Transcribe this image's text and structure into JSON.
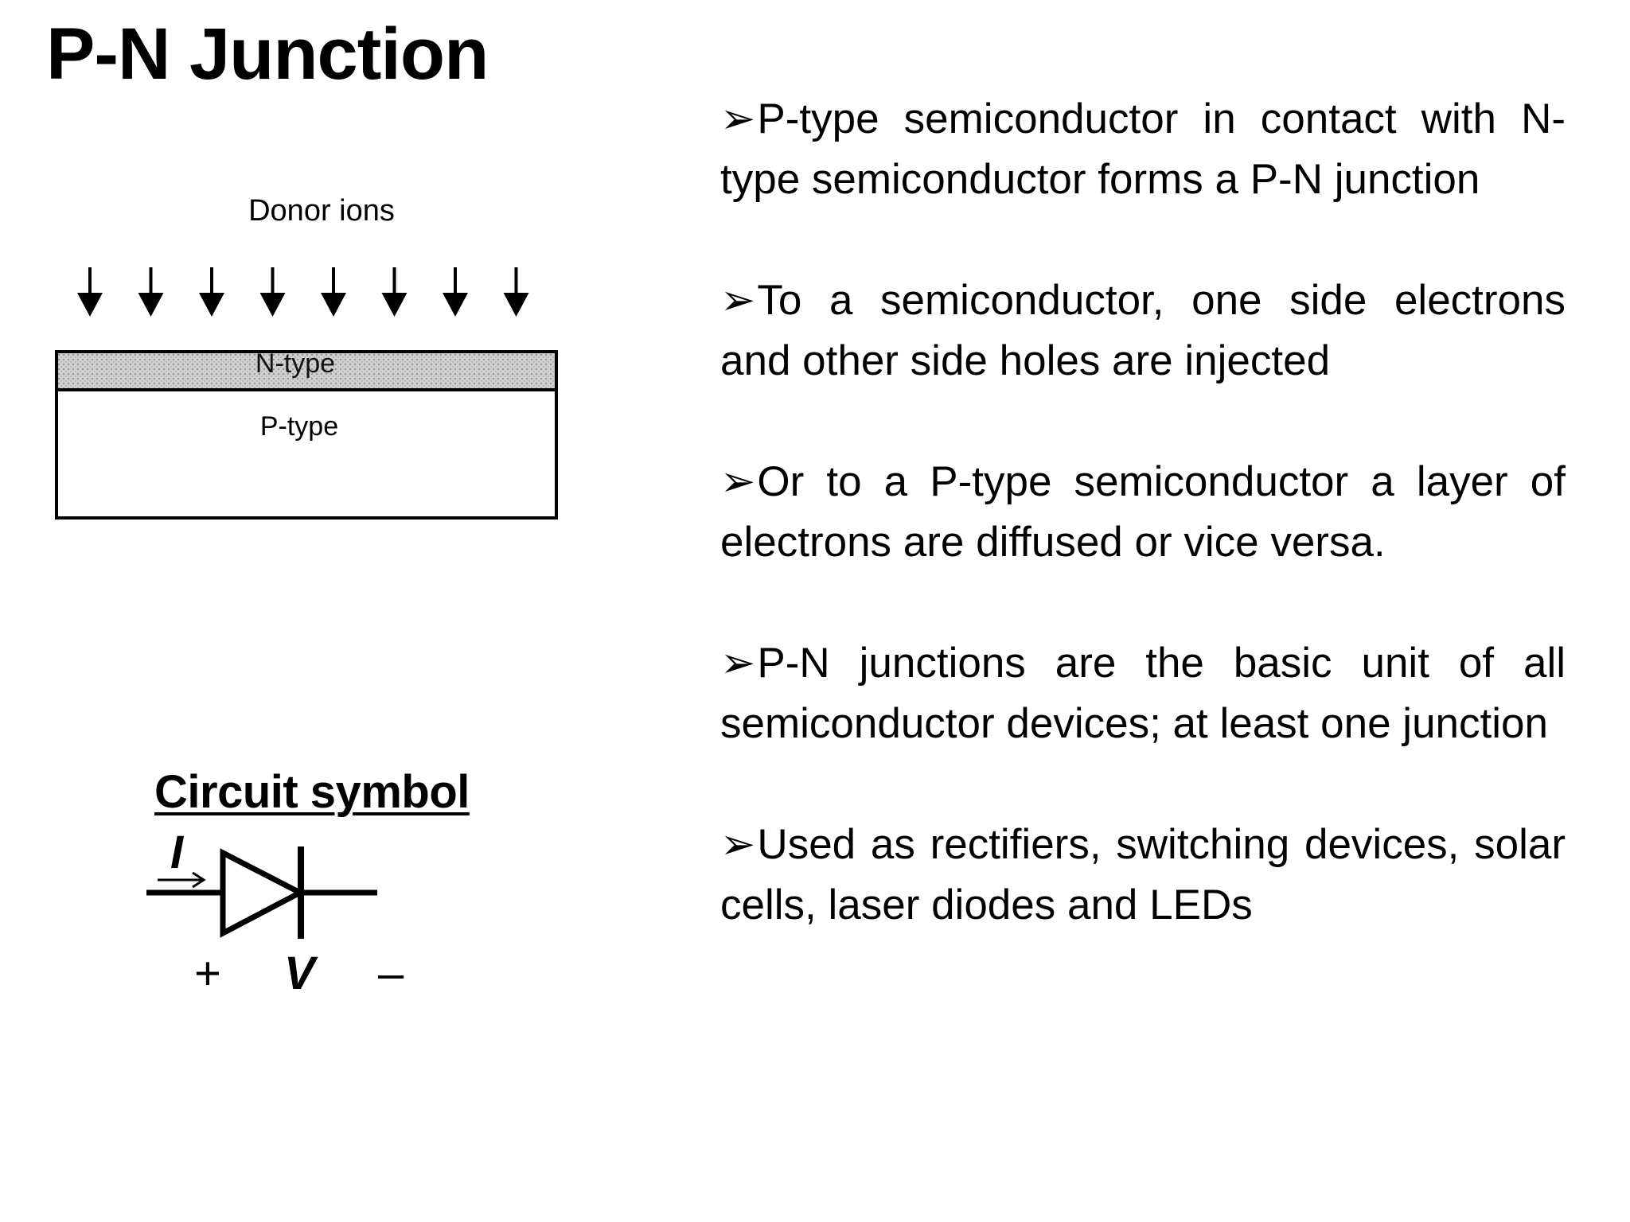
{
  "slide": {
    "title": "P-N Junction"
  },
  "diagram": {
    "donor_label": "Donor ions",
    "n_layer_label": "N-type",
    "p_layer_label": "P-type",
    "arrow_count": 8
  },
  "circuit": {
    "title": "Circuit symbol",
    "current_label": "I",
    "plus_label": "+",
    "voltage_label": "V",
    "minus_label": "–"
  },
  "bullets": {
    "marker": "➢",
    "items": [
      "P-type semiconductor in contact with N-type semiconductor forms a P-N junction",
      "To a semiconductor, one side electrons and other side holes are injected",
      "Or to a P-type semiconductor a layer of electrons are diffused or vice versa.",
      "P-N junctions are the basic unit of all semiconductor devices; at least one junction",
      "Used as rectifiers, switching devices, solar cells, laser diodes and LEDs"
    ]
  }
}
